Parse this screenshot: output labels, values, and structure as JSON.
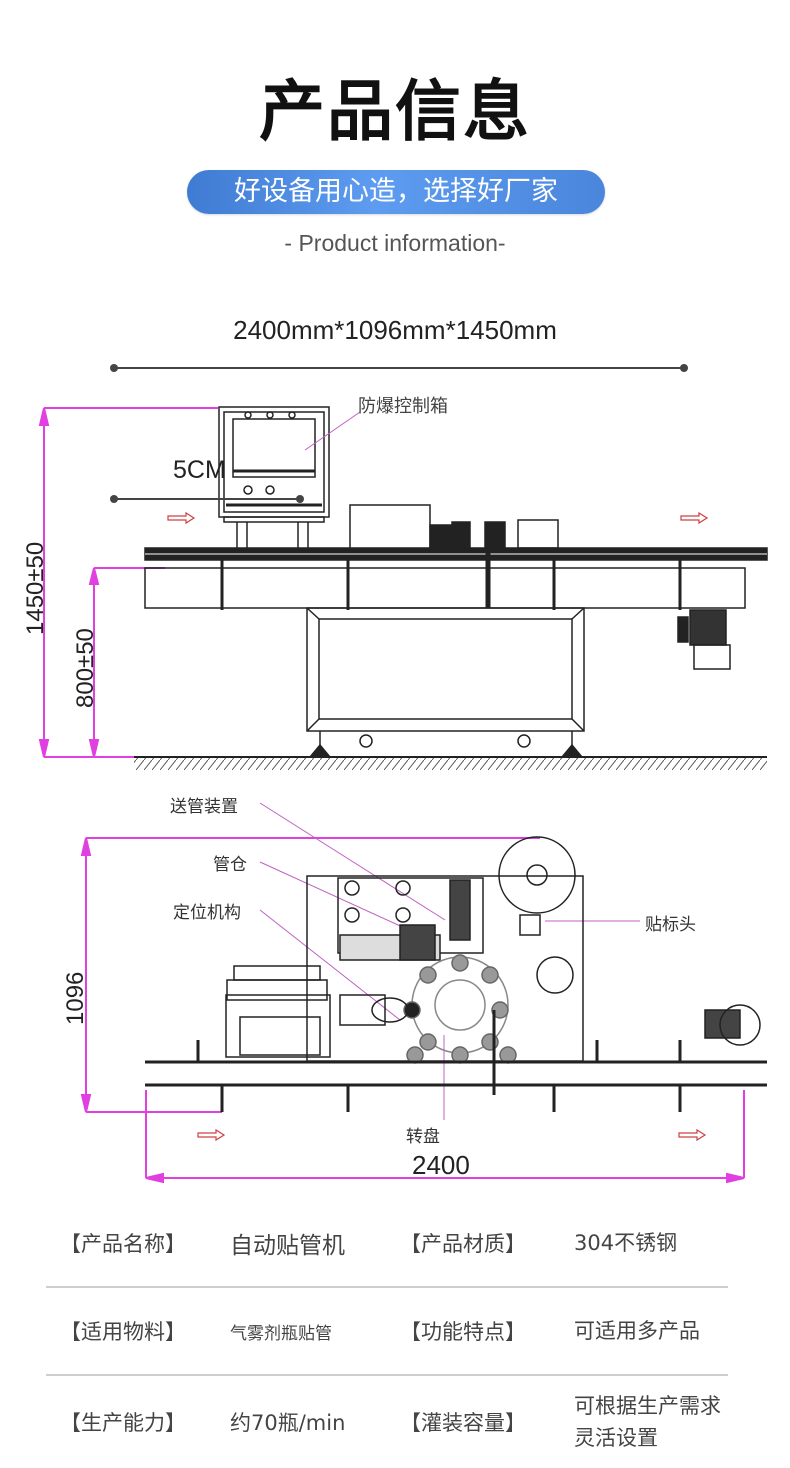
{
  "header": {
    "title": "产品信息",
    "slogan": "好设备用心造，选择好厂家",
    "subtitle": "- Product information-"
  },
  "dimensions": {
    "overall": "2400mm*1096mm*1450mm",
    "side_view": {
      "total_height": "1450±50",
      "table_height": "800±50",
      "scale_note": "5CM",
      "control_box_label": "防爆控制箱"
    },
    "top_view": {
      "width": "1096",
      "length": "2400",
      "labels": [
        "送管装置",
        "管仓",
        "定位机构",
        "贴标头",
        "转盘"
      ]
    }
  },
  "colors": {
    "accent": "#4a86dc",
    "dimension_line": "#e040e0",
    "flow_arrow": "#d04040"
  },
  "specs": [
    {
      "label1": "【产品名称】",
      "value1": "自动贴管机",
      "label2": "【产品材质】",
      "value2": "304不锈钢"
    },
    {
      "label1": "【适用物料】",
      "value1": "气雾剂瓶贴管",
      "label2": "【功能特点】",
      "value2": "可适用多产品"
    },
    {
      "label1": "【生产能力】",
      "value1": "约70瓶/min",
      "label2": "【灌装容量】",
      "value2": "可根据生产需求灵活设置"
    }
  ]
}
